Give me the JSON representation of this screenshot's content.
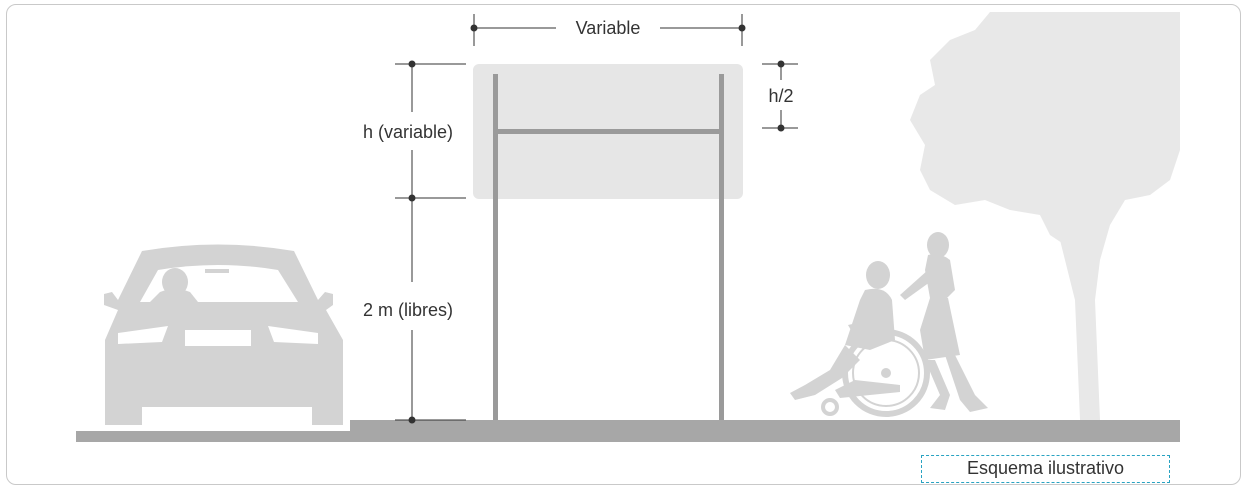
{
  "diagram": {
    "label_width": "Variable",
    "label_sign_height": "h (variable)",
    "label_clearance": "2 m (libres)",
    "label_half_height": "h/2",
    "caption": "Esquema ilustrativo"
  },
  "colors": {
    "silhouette": "#d3d3d3",
    "tree": "#e8e8e8",
    "ground": "#a7a7a7",
    "post": "#9a9a9a",
    "sign_panel": "#e6e6e6",
    "dimension_line": "#333333",
    "caption_border": "#29a3c2"
  }
}
